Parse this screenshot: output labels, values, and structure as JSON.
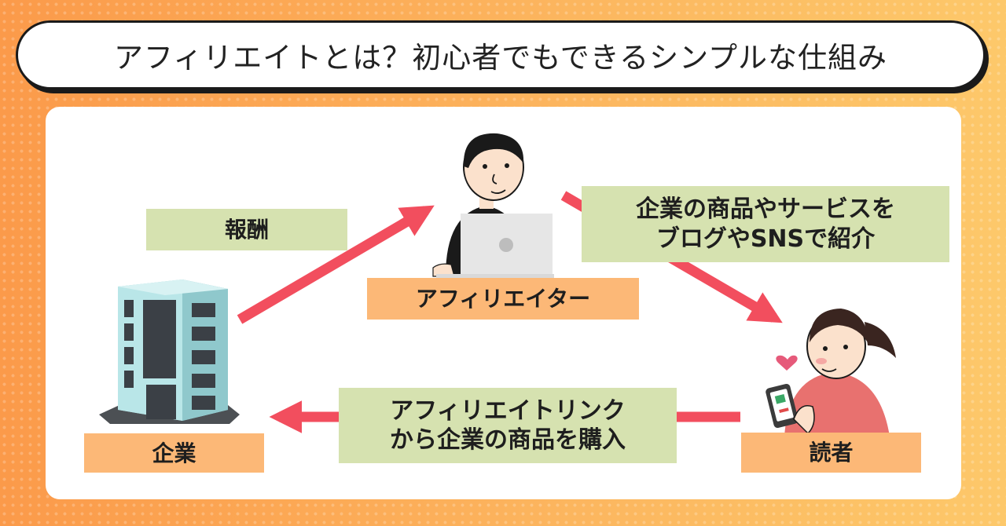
{
  "title": "アフィリエイトとは？初心者でもできるシンプルな仕組み",
  "nodes": {
    "affiliator": "アフィリエイター",
    "company": "企業",
    "reader": "読者"
  },
  "flows": {
    "reward": "報酬",
    "introduce_line1": "企業の商品やサービスを",
    "introduce_line2": "ブログやSNSで紹介",
    "purchase_line1": "アフィリエイトリンク",
    "purchase_line2": "から企業の商品を購入"
  },
  "colors": {
    "background": "#fca656",
    "arrow": "#f24e5e",
    "green_label": "#d6e2b0",
    "orange_label": "#fcb877"
  }
}
